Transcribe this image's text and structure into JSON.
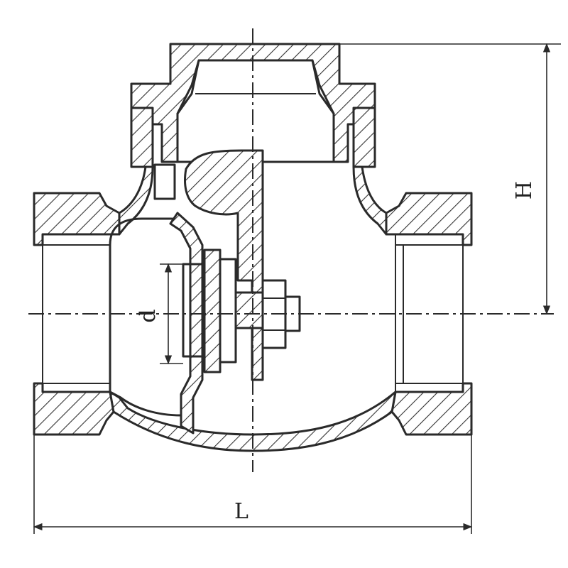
{
  "dimensions": {
    "height_label": "H",
    "length_label": "L",
    "diameter_label": "d"
  }
}
